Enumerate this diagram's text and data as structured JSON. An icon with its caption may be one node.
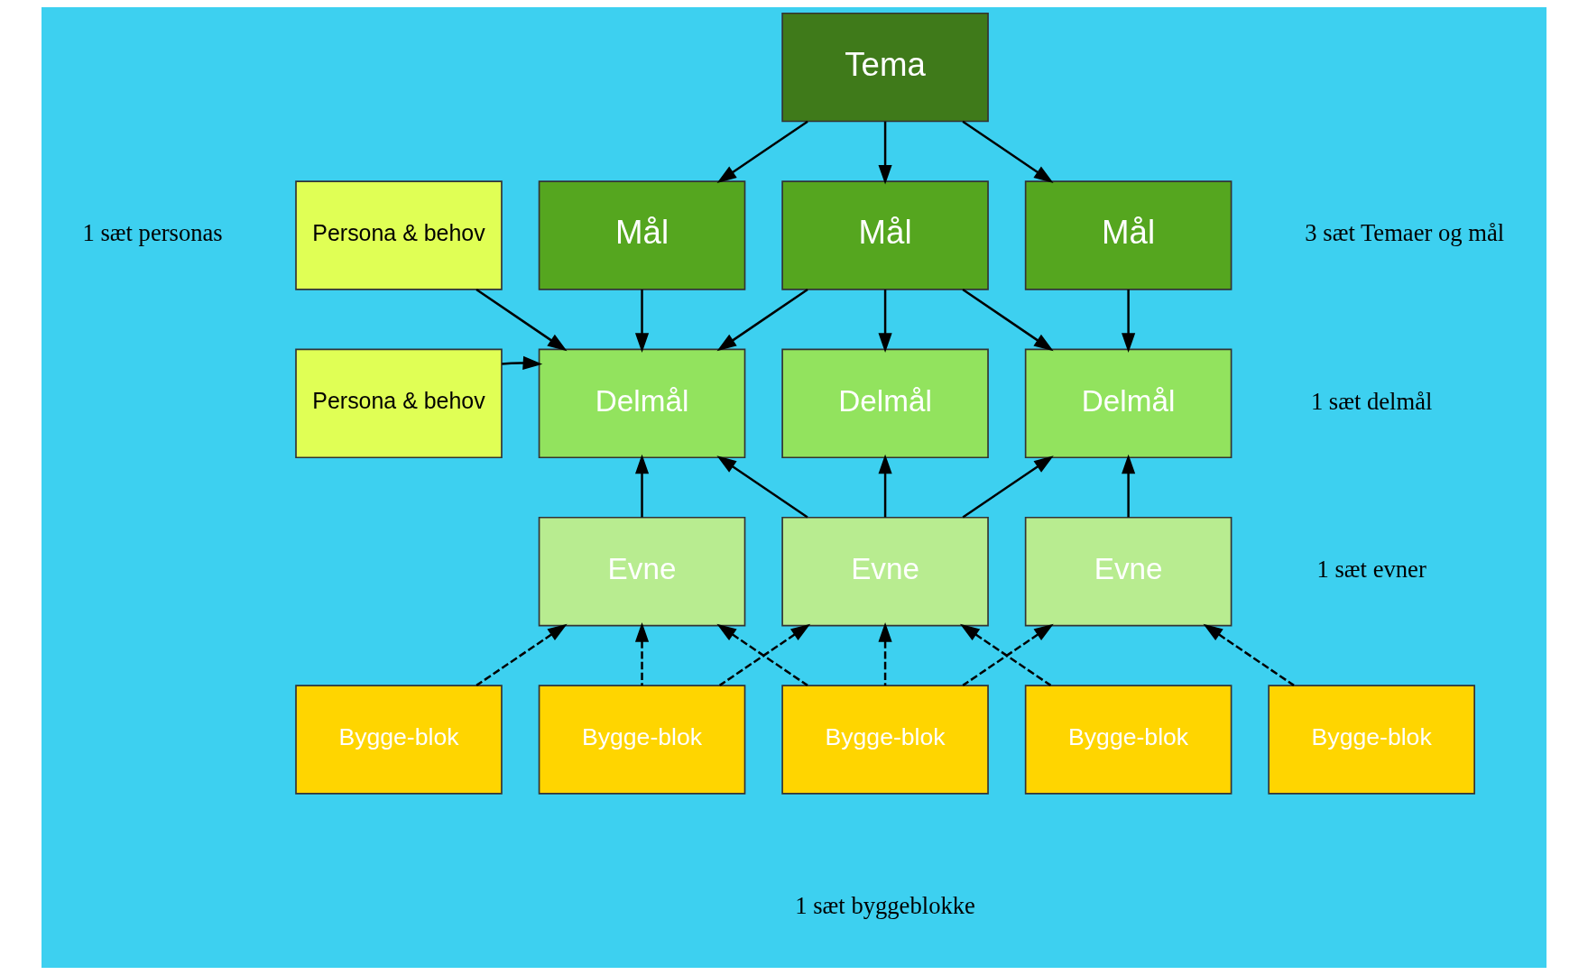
{
  "diagram": {
    "nodes": [
      {
        "text": [
          "Tema"
        ]
      },
      {
        "text": [
          "Persona & behov"
        ]
      },
      {
        "text": [
          "Mål"
        ]
      },
      {
        "text": [
          "Mål"
        ]
      },
      {
        "text": [
          "Mål"
        ]
      },
      {
        "text": [
          "Persona & behov"
        ]
      },
      {
        "text": [
          "Delmål"
        ]
      },
      {
        "text": [
          "Delmål"
        ]
      },
      {
        "text": [
          "Delmål"
        ]
      },
      {
        "text": [
          "Evne"
        ]
      },
      {
        "text": [
          "Evne"
        ]
      },
      {
        "text": [
          "Evne"
        ]
      },
      {
        "text": [
          "Bygge-blok"
        ]
      },
      {
        "text": [
          "Bygge-blok"
        ]
      },
      {
        "text": [
          "Bygge-blok"
        ]
      },
      {
        "text": [
          "Bygge-blok"
        ]
      },
      {
        "text": [
          "Bygge-blok"
        ]
      }
    ],
    "edges": [
      {
        "from": 0,
        "to": 2,
        "arrow": "to"
      },
      {
        "from": 0,
        "to": 3,
        "arrow": "to"
      },
      {
        "from": 0,
        "to": 4,
        "arrow": "to"
      },
      {
        "from": 2,
        "to": 6,
        "arrow": "to"
      },
      {
        "from": 3,
        "to": 6,
        "arrow": "to"
      },
      {
        "from": 3,
        "to": 7,
        "arrow": "to"
      },
      {
        "from": 3,
        "to": 8,
        "arrow": "to"
      },
      {
        "from": 4,
        "to": 8,
        "arrow": "to"
      },
      {
        "from": 1,
        "to": 6,
        "arrow": "to"
      },
      {
        "from": 5,
        "to": 6,
        "arrow": "to"
      },
      {
        "from": 9,
        "to": 6,
        "arrow": "to"
      },
      {
        "from": 10,
        "to": 6,
        "arrow": "to"
      },
      {
        "from": 10,
        "to": 7,
        "arrow": "to"
      },
      {
        "from": 10,
        "to": 8,
        "arrow": "to"
      },
      {
        "from": 11,
        "to": 8,
        "arrow": "to"
      },
      {
        "from": 12,
        "to": 9,
        "arrow": "to",
        "style": "dashed"
      },
      {
        "from": 13,
        "to": 9,
        "arrow": "to",
        "style": "dashed"
      },
      {
        "from": 13,
        "to": 10,
        "arrow": "to",
        "style": "dashed"
      },
      {
        "from": 14,
        "to": 9,
        "arrow": "to",
        "style": "dashed"
      },
      {
        "from": 14,
        "to": 10,
        "arrow": "to",
        "style": "dashed"
      },
      {
        "from": 14,
        "to": 11,
        "arrow": "to",
        "style": "dashed"
      },
      {
        "from": 15,
        "to": 10,
        "arrow": "to",
        "style": "dashed"
      },
      {
        "from": 16,
        "to": 11,
        "arrow": "to",
        "style": "dashed"
      }
    ],
    "labels": [
      "3 sæt Temaer og mål",
      "1 sæt personas",
      "1 sæt delmål",
      "1 sæt evner",
      "1 sæt byggeblokke"
    ]
  }
}
